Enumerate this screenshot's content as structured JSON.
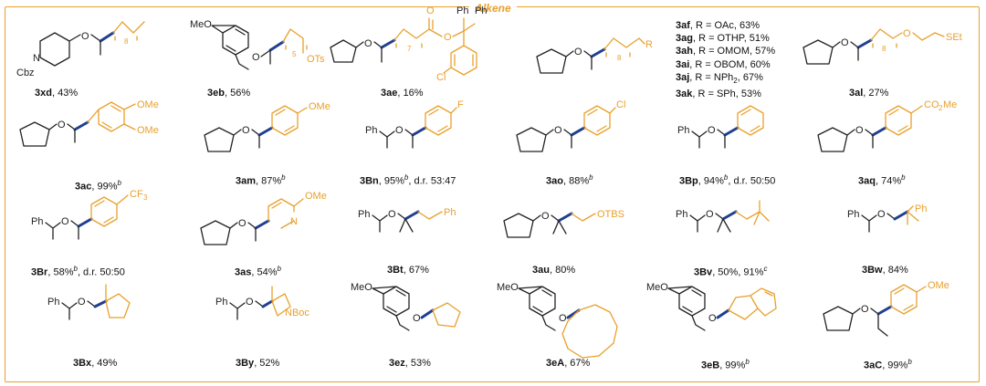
{
  "header": "Alkene",
  "colors": {
    "accent": "#e8a02c",
    "new_bond": "#1f3f8f"
  },
  "atoms": {
    "o": "O",
    "n": "N",
    "cbz": "Cbz",
    "meo": "MeO",
    "ome": "OMe",
    "ots": "OTs",
    "ph": "Ph",
    "cl": "Cl",
    "r": "R",
    "set": "SEt",
    "f": "F",
    "cf3": "CF",
    "co2me": "CO",
    "me": "Me",
    "otbs": "OTBS",
    "nboc": "NBoc",
    "n8": "8",
    "n5": "5",
    "n7": "7",
    "n3": "3",
    "n2": "2"
  },
  "labels": [
    {
      "id": "3xd",
      "tail": ", 43%"
    },
    {
      "id": "3eb",
      "tail": ", 56%"
    },
    {
      "id": "3ae",
      "tail": ", 16%"
    },
    {
      "id": "3al",
      "tail": ", 27%"
    },
    {
      "id": "3ac",
      "tail": ", 99%",
      "sup": "b"
    },
    {
      "id": "3am",
      "tail": ", 87%",
      "sup": "b"
    },
    {
      "id": "3Bn",
      "tail": ", 95%",
      "sup": "b",
      "extra": ", d.r. 53:47"
    },
    {
      "id": "3ao",
      "tail": ", 88%",
      "sup": "b"
    },
    {
      "id": "3Bp",
      "tail": ", 94%",
      "sup": "b",
      "extra": ", d.r. 50:50"
    },
    {
      "id": "3aq",
      "tail": ", 74%",
      "sup": "b"
    },
    {
      "id": "3Br",
      "tail": ", 58%",
      "sup": "b",
      "extra": ", d.r. 50:50"
    },
    {
      "id": "3as",
      "tail": ", 54%",
      "sup": "b"
    },
    {
      "id": "3Bt",
      "tail": ", 67%"
    },
    {
      "id": "3au",
      "tail": ", 80%"
    },
    {
      "id": "3Bv",
      "tail": ", 50%, 91%",
      "sup": "c"
    },
    {
      "id": "3Bw",
      "tail": ", 84%"
    },
    {
      "id": "3Bx",
      "tail": ", 49%"
    },
    {
      "id": "3By",
      "tail": ", 52%"
    },
    {
      "id": "3ez",
      "tail": ", 53%"
    },
    {
      "id": "3eA",
      "tail": ", 67%"
    },
    {
      "id": "3eB",
      "tail": ", 99%",
      "sup": "b"
    },
    {
      "id": "3aC",
      "tail": ", 99%",
      "sup": "b"
    }
  ],
  "r_list": [
    {
      "id": "3af",
      "text": ", R = OAc, 63%"
    },
    {
      "id": "3ag",
      "text": ", R = OTHP, 51%"
    },
    {
      "id": "3ah",
      "text": ", R = OMOM, 57%"
    },
    {
      "id": "3ai",
      "text": ", R = OBOM, 60%"
    },
    {
      "id": "3aj",
      "text": ", R = NPh",
      "sub": "2",
      "text2": ", 67%"
    },
    {
      "id": "3ak",
      "text": ", R = SPh, 53%"
    }
  ]
}
